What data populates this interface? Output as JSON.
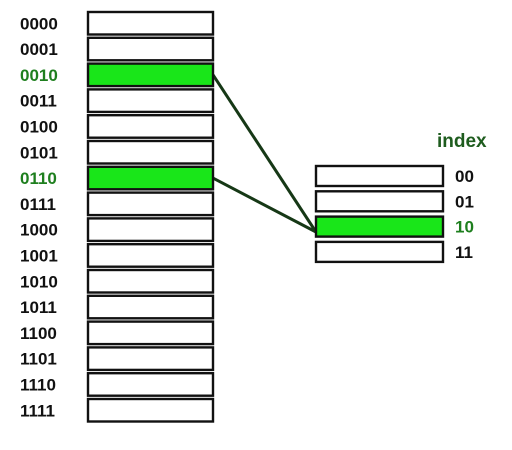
{
  "colors": {
    "highlight_fill": "#19e619",
    "highlight_label": "#1e7f1e",
    "label": "#111111",
    "index_heading": "#1e5c1e",
    "cell_stroke": "#111111",
    "connector": "#163816"
  },
  "main_table": {
    "rows": [
      {
        "label": "0000",
        "highlighted": false
      },
      {
        "label": "0001",
        "highlighted": false
      },
      {
        "label": "0010",
        "highlighted": true
      },
      {
        "label": "0011",
        "highlighted": false
      },
      {
        "label": "0100",
        "highlighted": false
      },
      {
        "label": "0101",
        "highlighted": false
      },
      {
        "label": "0110",
        "highlighted": true
      },
      {
        "label": "0111",
        "highlighted": false
      },
      {
        "label": "1000",
        "highlighted": false
      },
      {
        "label": "1001",
        "highlighted": false
      },
      {
        "label": "1010",
        "highlighted": false
      },
      {
        "label": "1011",
        "highlighted": false
      },
      {
        "label": "1100",
        "highlighted": false
      },
      {
        "label": "1101",
        "highlighted": false
      },
      {
        "label": "1110",
        "highlighted": false
      },
      {
        "label": "1111",
        "highlighted": false
      }
    ]
  },
  "index_table": {
    "heading": "index",
    "rows": [
      {
        "label": "00",
        "highlighted": false
      },
      {
        "label": "01",
        "highlighted": false
      },
      {
        "label": "10",
        "highlighted": true
      },
      {
        "label": "11",
        "highlighted": false
      }
    ]
  },
  "connections": [
    {
      "from_row": 2,
      "to_index_row": 2
    },
    {
      "from_row": 6,
      "to_index_row": 2
    }
  ]
}
